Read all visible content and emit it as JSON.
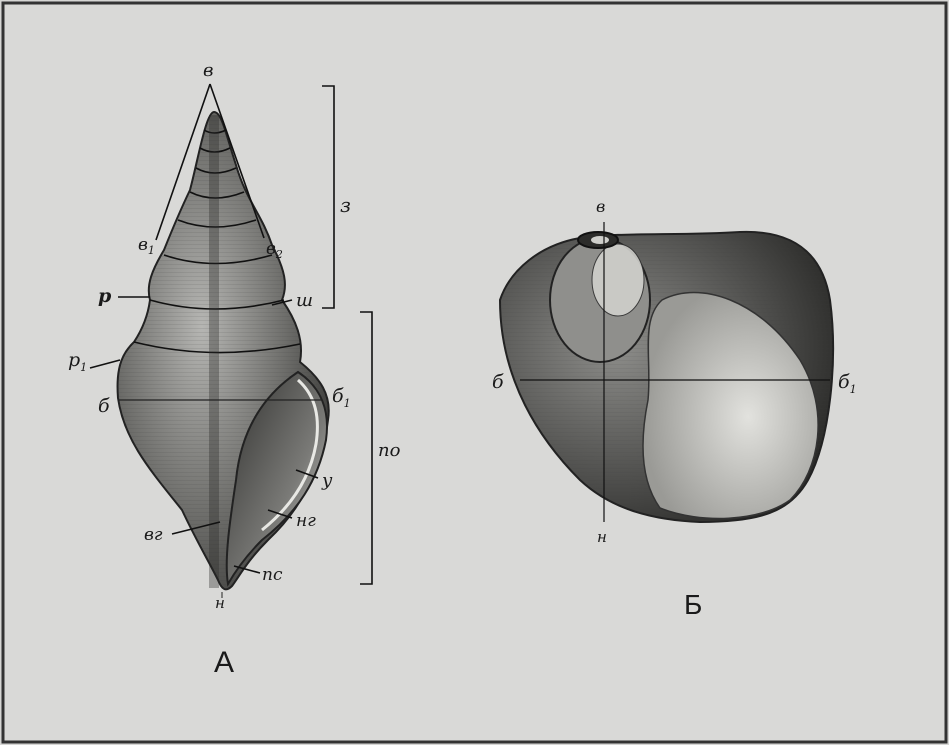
{
  "figure_a": {
    "caption": "А",
    "labels": {
      "apex": "в",
      "apex_left": "в",
      "apex_left_sub": "1",
      "apex_right": "в",
      "apex_right_sub": "2",
      "spire": "з",
      "rib": "р",
      "rib1": "р",
      "rib1_sub": "1",
      "suture": "ш",
      "width_left": "б",
      "width_right": "б",
      "width_right_sub": "1",
      "body_whorl": "по",
      "aperture": "у",
      "outer_lip": "нг",
      "inner_lip": "вг",
      "siphonal_canal": "пс",
      "base": "н"
    }
  },
  "figure_b": {
    "caption": "Б",
    "labels": {
      "apex": "в",
      "width_left": "б",
      "width_right": "б",
      "width_right_sub": "1",
      "base": "н"
    }
  }
}
